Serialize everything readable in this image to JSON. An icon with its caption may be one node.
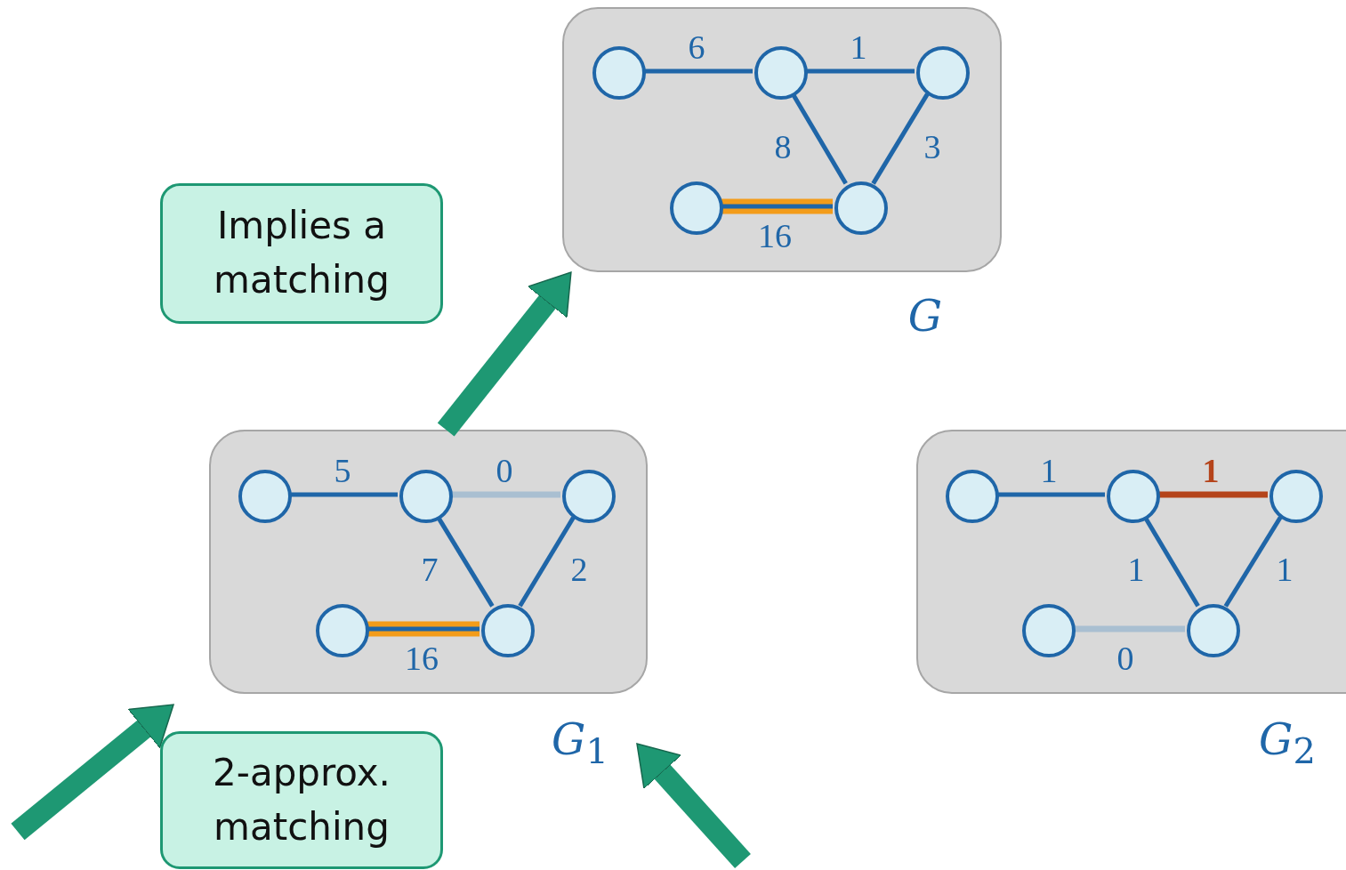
{
  "diagram": {
    "nodes": [
      {
        "text": [],
        "shape": "box",
        "beside": [
          "*G*"
        ]
      },
      {
        "text": [],
        "shape": "circle",
        "in": 0
      },
      {
        "text": [],
        "shape": "circle",
        "in": 0
      },
      {
        "text": [],
        "shape": "circle",
        "in": 0
      },
      {
        "text": [],
        "shape": "circle",
        "in": 0
      },
      {
        "text": [],
        "shape": "circle",
        "in": 0
      },
      {
        "text": [
          "Implies a matching"
        ]
      },
      {
        "text": [],
        "shape": "box",
        "beside": [
          "*G*$_{1}$"
        ]
      },
      {
        "text": [],
        "shape": "circle",
        "in": 7
      },
      {
        "text": [],
        "shape": "circle",
        "in": 7
      },
      {
        "text": [],
        "shape": "circle",
        "in": 7
      },
      {
        "text": [],
        "shape": "circle",
        "in": 7
      },
      {
        "text": [],
        "shape": "circle",
        "in": 7
      },
      {
        "text": [],
        "shape": "box",
        "beside": [
          "*G*$_{2}$"
        ]
      },
      {
        "text": [],
        "shape": "circle",
        "in": 13
      },
      {
        "text": [],
        "shape": "circle",
        "in": 13
      },
      {
        "text": [],
        "shape": "circle",
        "in": 13
      },
      {
        "text": [],
        "shape": "circle",
        "in": 13
      },
      {
        "text": [],
        "shape": "circle",
        "in": 13
      },
      {
        "text": [
          "2-approx. matching"
        ]
      }
    ],
    "edges": [
      {
        "from": 1,
        "to": 2,
        "arrow": "none",
        "label": "6"
      },
      {
        "from": 2,
        "to": 3,
        "arrow": "none",
        "label": "1"
      },
      {
        "from": 2,
        "to": 5,
        "arrow": "none",
        "label": "8"
      },
      {
        "from": 3,
        "to": 5,
        "arrow": "none",
        "label": "3"
      },
      {
        "from": 4,
        "to": 5,
        "arrow": "none",
        "label": "16",
        "style": "thick",
        "color": "#f39c1a"
      },
      {
        "from": 8,
        "to": 9,
        "arrow": "none",
        "label": "5"
      },
      {
        "from": 9,
        "to": 10,
        "arrow": "none",
        "label": "0",
        "color": "#a9bfd1"
      },
      {
        "from": 9,
        "to": 12,
        "arrow": "none",
        "label": "7"
      },
      {
        "from": 10,
        "to": 12,
        "arrow": "none",
        "label": "2"
      },
      {
        "from": 11,
        "to": 12,
        "arrow": "none",
        "label": "16",
        "style": "thick",
        "color": "#f39c1a"
      },
      {
        "from": 14,
        "to": 15,
        "arrow": "none",
        "label": "1"
      },
      {
        "from": 15,
        "to": 16,
        "arrow": "none",
        "label": "1",
        "color": "#b5441b"
      },
      {
        "from": 15,
        "to": 18,
        "arrow": "none",
        "label": "1"
      },
      {
        "from": 16,
        "to": 18,
        "arrow": "none",
        "label": "1"
      },
      {
        "from": 17,
        "to": 18,
        "arrow": "none",
        "label": "0",
        "color": "#a9bfd1"
      },
      {
        "from": 7,
        "to": 0,
        "arrow": "to",
        "style": "thick",
        "color": "#1e9873"
      },
      {
        "from": null,
        "to": 7,
        "arrow": "to",
        "style": "thick",
        "color": "#1e9873"
      },
      {
        "from": null,
        "to": 7,
        "arrow": "to",
        "style": "thick",
        "color": "#1e9873"
      }
    ]
  }
}
